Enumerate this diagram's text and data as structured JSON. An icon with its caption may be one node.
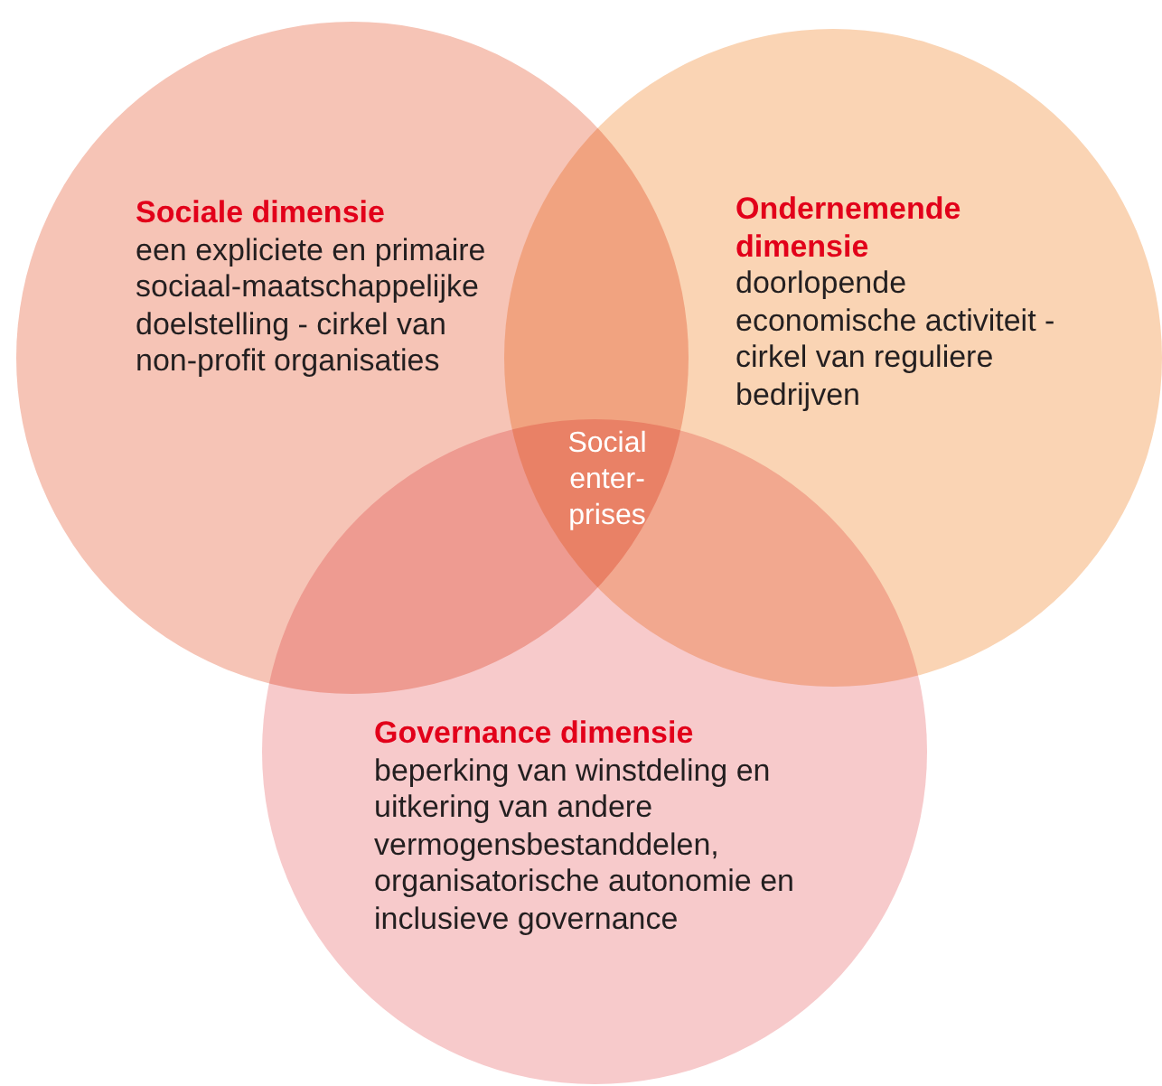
{
  "diagram": {
    "nodes": [
      {
        "text": [
          "Sociale dimensie",
          "een expliciete en primaire sociaal-maatschappelijke doelstelling - cirkel van non-profit organisaties"
        ]
      },
      {
        "text": [
          "Ondernemende dimensie",
          "doorlopende economische activiteit - cirkel van reguliere bedrijven"
        ]
      },
      {
        "text": [
          "Governance dimensie",
          "beperking van winstdeling en uitkering van andere vermogensbestanddelen, organisatorische autonomie en inclusieve governance"
        ]
      }
    ],
    "labels": [
      "Social enter- prises"
    ]
  }
}
